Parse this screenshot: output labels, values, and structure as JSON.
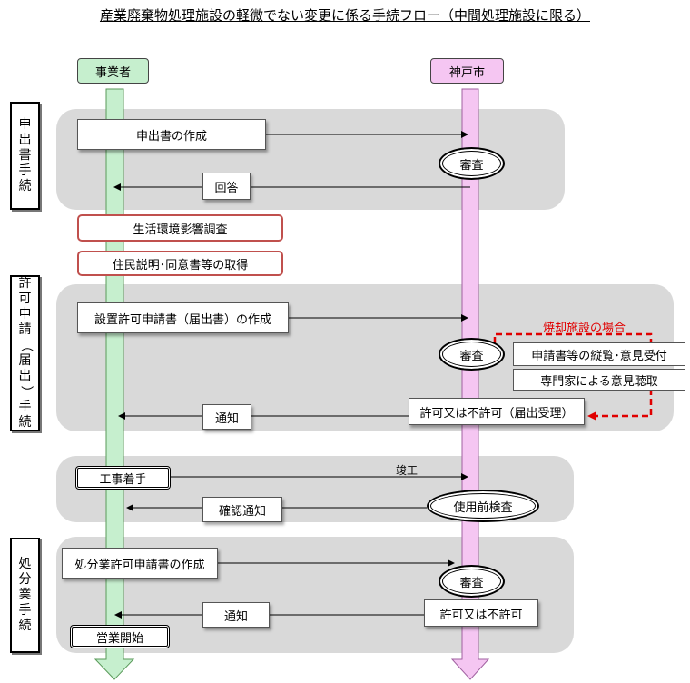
{
  "title": "産業廃棄物処理施設の軽微でない変更に係る手続フロー（中間処理施設に限る）",
  "lanes": {
    "applicant": "事業者",
    "city": "神戸市"
  },
  "sections": {
    "s1": "申出書手続",
    "s2a": "許可申請",
    "s2b": "（届出）",
    "s2c": "手続",
    "s3": "処分業手続"
  },
  "steps": {
    "moushide": "申出書の作成",
    "shinsa1": "審査",
    "kaitou": "回答",
    "seikatsu": "生活環境影響調査",
    "jumin": "住民説明･同意書等の取得",
    "setchi": "設置許可申請書（届出書）の作成",
    "incinerator_note": "焼却施設の場合",
    "shinsa2": "審査",
    "juran": "申請書等の縦覧･意見受付",
    "senmonka": "専門家による意見聴取",
    "kyoka": "許可又は不許可（届出受理）",
    "tsuchi1": "通知",
    "kouji": "工事着手",
    "shunkou": "竣工",
    "shiyou": "使用前検査",
    "kakunin": "確認通知",
    "shobungyo": "処分業許可申請書の作成",
    "shinsa3": "審査",
    "kyoka2": "許可又は不許可",
    "tsuchi2": "通知",
    "eigyou": "営業開始"
  },
  "colors": {
    "applicant_lane": "#c6efce",
    "city_lane": "#f5c6f2",
    "panel": "#d9d9d9",
    "red_border": "#c0504d",
    "red_arrow": "#e00000"
  }
}
